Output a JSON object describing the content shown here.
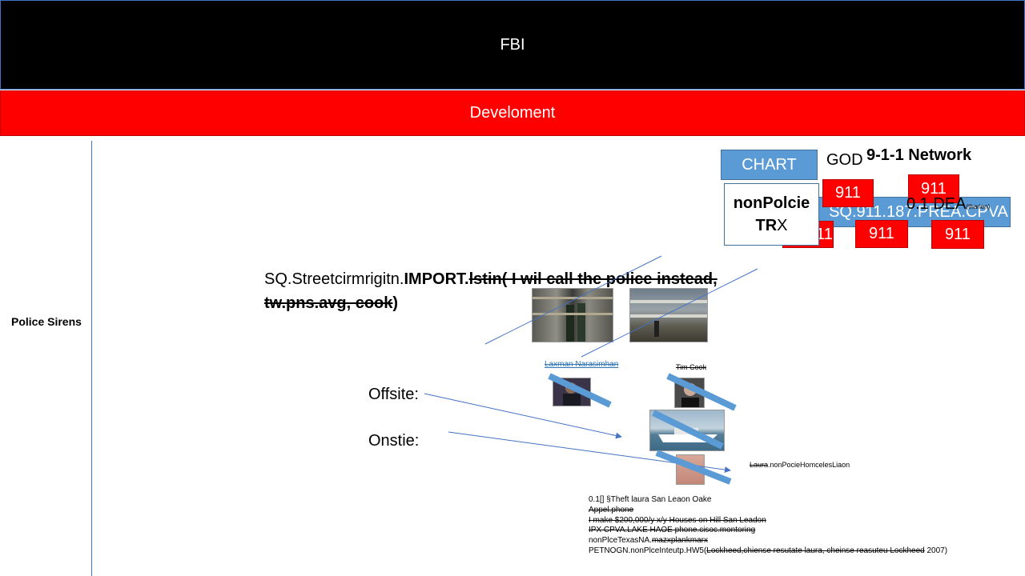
{
  "header": {
    "title": "FBI",
    "subtitle": "Develoment"
  },
  "sidebar": {
    "label": "Police Sirens"
  },
  "top_right": {
    "chart_label": "CHART",
    "god_label": "GOD",
    "network_title": "9-1-1 Network",
    "sq_label": "SQ.911.187.PREA.CPVA",
    "dea_label": "0.1 DEA",
    "dea_sub": "(tharien)",
    "nonpolice_line1": "nonPolcie",
    "nonpolice_line2_bold": "TR",
    "nonpolice_line2_rest": "X",
    "badge_911": "911"
  },
  "main": {
    "code_prefix": "SQ.Streetcirmrigitn.",
    "code_import": "IMPORT.",
    "code_struck_line1": "lstin( I wil call the police instead,",
    "code_struck_line2": "tw.pns.avg, cook",
    "code_suffix": ")",
    "offsite_label": "Offsite:",
    "onsite_label": "Onstie:",
    "name_laxman": "Laxman Narasimhan",
    "name_tim": "Tim Cook",
    "laura_struck": "Laura",
    "laura_rest": ".nonPocieHomcelesLiaon"
  },
  "notes": {
    "line1": "0.1[] §Theft laura San Leaon Oake",
    "line2": "Appel.phone",
    "line3": "I make $200,000/y x/y Houses on Hill San Leadon",
    "line4": "IPX CPVA.LAKE HAOE phone.cisoc.montoring",
    "line5_prefix": "nonPlceTexasNA.",
    "line5_struck": "mazxplankmarx",
    "line6_prefix": "PETNOGN.nonPlceInteutp.HW5(",
    "line6_struck": "Lockheed,chiense resutate laura, cheinse reasuteu Lockheed",
    "line6_suffix": " 2007)"
  },
  "colors": {
    "header_bg": "#000000",
    "subheader_bg": "#ff0000",
    "box_blue": "#5b9bd5",
    "badge_red": "#ff0000",
    "line_blue": "#4472c4",
    "strike_bar": "#5b9bd5"
  }
}
